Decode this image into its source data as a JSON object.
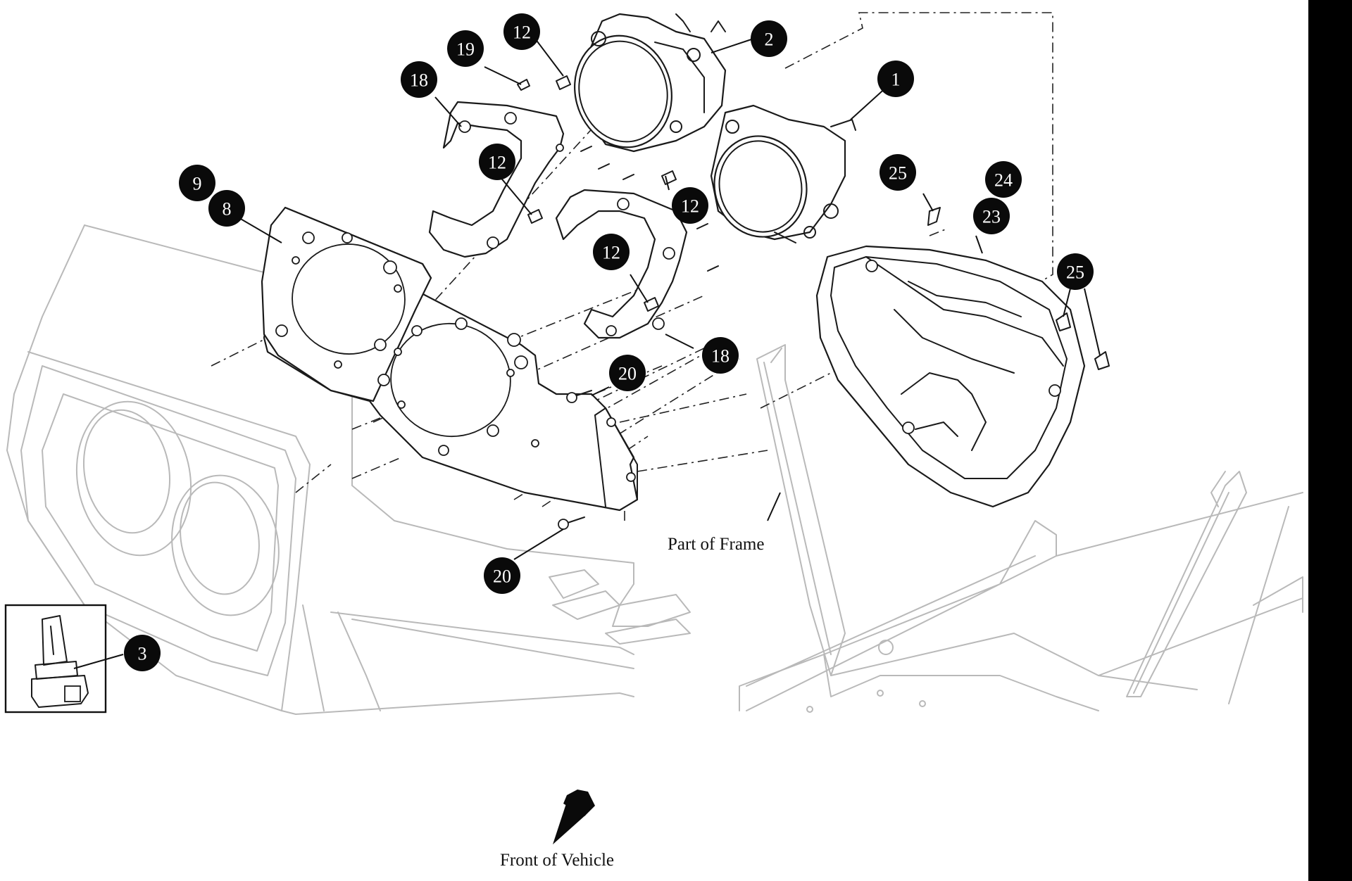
{
  "callouts": [
    {
      "id": "c1",
      "label": "1"
    },
    {
      "id": "c2",
      "label": "2"
    },
    {
      "id": "c3",
      "label": "3"
    },
    {
      "id": "c8",
      "label": "8"
    },
    {
      "id": "c9",
      "label": "9"
    },
    {
      "id": "c12a",
      "label": "12"
    },
    {
      "id": "c12b",
      "label": "12"
    },
    {
      "id": "c12c",
      "label": "12"
    },
    {
      "id": "c12d",
      "label": "12"
    },
    {
      "id": "c18a",
      "label": "18"
    },
    {
      "id": "c18b",
      "label": "18"
    },
    {
      "id": "c19",
      "label": "19"
    },
    {
      "id": "c20a",
      "label": "20"
    },
    {
      "id": "c20b",
      "label": "20"
    },
    {
      "id": "c23",
      "label": "23"
    },
    {
      "id": "c24",
      "label": "24"
    },
    {
      "id": "c25a",
      "label": "25"
    },
    {
      "id": "c25b",
      "label": "25"
    }
  ],
  "labels": {
    "frame": "Part of Frame",
    "front": "Front of Vehicle"
  },
  "colors": {
    "callout_fill": "#0a0a0a",
    "ghost_line": "#b9b9b9",
    "part_line": "#1a1a1a"
  }
}
